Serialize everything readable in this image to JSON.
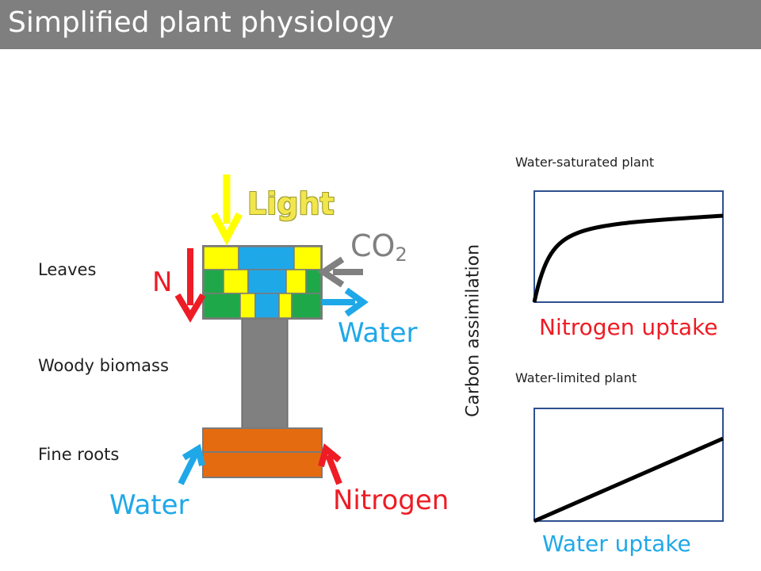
{
  "title": "Simplified plant physiology",
  "plant": {
    "leaves_label": "Leaves",
    "woody_label": "Woody biomass",
    "roots_label": "Fine roots"
  },
  "inputs": {
    "light": "Light",
    "co2_main": "CO",
    "co2_sub": "2",
    "n": "N",
    "water_out": "Water",
    "water_in": "Water",
    "nitrogen_in": "Nitrogen"
  },
  "graphs": {
    "ylabel": "Carbon assimilation",
    "top_title": "Water-saturated plant",
    "top_xlabel": "Nitrogen uptake",
    "bottom_title": "Water-limited plant",
    "bottom_xlabel": "Water uptake"
  },
  "colors": {
    "light": "#f2e64d",
    "water": "#1fa8e8",
    "nitrogen": "#ee1c25",
    "co2": "#808080",
    "leaf_green": "#1fa84a",
    "leaf_yellow": "#ffff00",
    "root_orange": "#e56b10",
    "stem_gray": "#808080",
    "graph_frame": "#2f4f8f"
  }
}
